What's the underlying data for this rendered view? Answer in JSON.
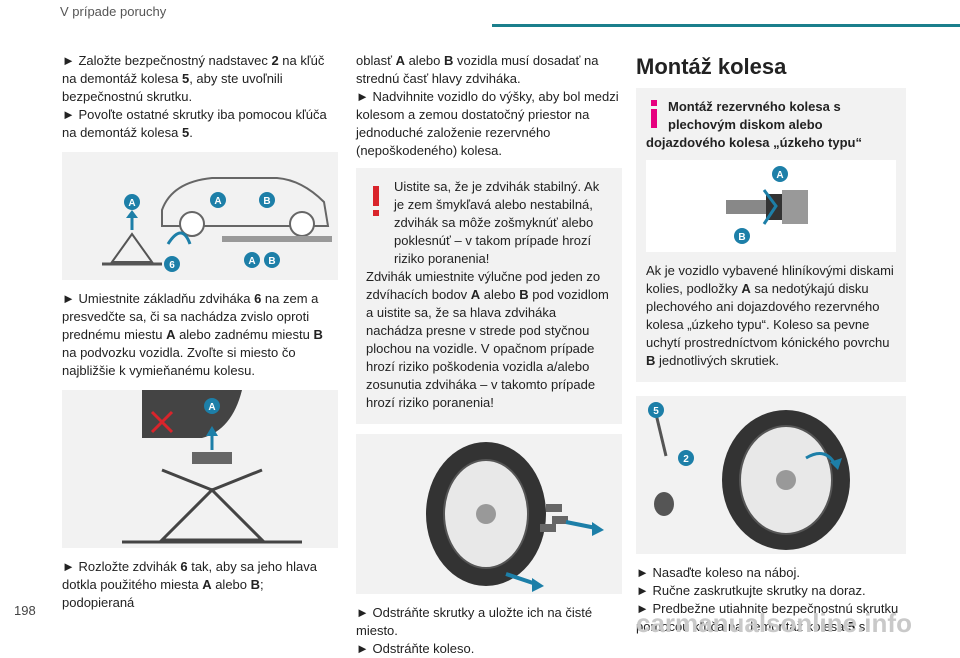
{
  "header": {
    "section_title": "V prípade poruchy"
  },
  "page_number": "198",
  "col1": {
    "p1_a": "► Založte bezpečnostný nadstavec ",
    "p1_b": "2",
    "p1_c": " na kľúč na demontáž kolesa ",
    "p1_d": "5",
    "p1_e": ", aby ste uvoľnili bezpečnostnú skrutku.",
    "p2_a": "► Povoľte ostatné skrutky iba pomocou kľúča na demontáž kolesa ",
    "p2_b": "5",
    "p2_c": ".",
    "fig1_labels": [
      "A",
      "A",
      "B",
      "6",
      "A",
      "B"
    ],
    "p3_a": "► Umiestnite základňu zdviháka ",
    "p3_b": "6",
    "p3_c": " na zem a presvedčte sa, či sa nachádza zvislo oproti prednému miestu ",
    "p3_d": "A",
    "p3_e": " alebo zadnému miestu ",
    "p3_f": "B",
    "p3_g": " na podvozku vozidla. Zvoľte si miesto čo najbližšie k vymieňanému kolesu.",
    "fig2_label": "A",
    "p4_a": "► Rozložte zdvihák ",
    "p4_b": "6",
    "p4_c": " tak, aby sa jeho hlava dotkla použitého miesta ",
    "p4_d": "A",
    "p4_e": " alebo ",
    "p4_f": "B",
    "p4_g": "; podopieraná"
  },
  "col2": {
    "p1_a": "oblasť ",
    "p1_b": "A",
    "p1_c": " alebo ",
    "p1_d": "B",
    "p1_e": " vozidla musí dosadať na strednú časť hlavy zdviháka.",
    "p2": "► Nadvihnite vozidlo do výšky, aby bol medzi kolesom a zemou dostatočný priestor na jednoduché založenie rezervného (nepoškodeného) kolesa.",
    "warning_1": "Uistite sa, že je zdvihák stabilný. Ak je zem šmykľavá alebo nestabilná, zdvihák sa môže zošmyknúť alebo poklesnúť – v takom prípade hrozí riziko poranenia!",
    "warning_2a": "Zdvihák umiestnite výlučne pod jeden zo zdvíhacích bodov ",
    "warning_2b": "A",
    "warning_2c": " alebo ",
    "warning_2d": "B",
    "warning_2e": " pod vozidlom a uistite sa, že sa hlava zdviháka nachádza presne v strede pod styčnou plochou na vozidle. V opačnom prípade hrozí riziko poškodenia vozidla a/alebo zosunutia zdviháka – v takomto prípade hrozí riziko poranenia!",
    "p3": "► Odstráňte skrutky a uložte ich na čisté miesto.",
    "p4": "► Odstráňte koleso."
  },
  "col3": {
    "heading": "Montáž kolesa",
    "info_title_1": "Montáž rezervného kolesa s plechovým diskom alebo",
    "info_title_2": "dojazdového kolesa „úzkeho typu“",
    "fig_labels": [
      "A",
      "B"
    ],
    "info_p_a": "Ak je vozidlo vybavené hliníkovými diskami kolies, podložky ",
    "info_p_b": "A",
    "info_p_c": " sa nedotýkajú disku plechového ani dojazdového rezervného kolesa „úzkeho typu“. Koleso sa pevne uchytí prostredníctvom kónického povrchu ",
    "info_p_d": "B",
    "info_p_e": " jednotlivých skrutiek.",
    "fig2_labels": [
      "5",
      "2"
    ],
    "p1": "► Nasaďte koleso na náboj.",
    "p2": "► Ručne zaskrutkujte skrutky na doraz.",
    "p3_a": "► Predbežne utiahnite bezpečnostnú skrutku pomocou kľúča na demontáž kolesa ",
    "p3_b": "5",
    "p3_c": " s"
  },
  "watermark": "carmanualsonline.info",
  "colors": {
    "accent": "#1b7f8c",
    "warning": "#d9242b",
    "info": "#e6007e",
    "label_blue": "#1d7fa8"
  }
}
